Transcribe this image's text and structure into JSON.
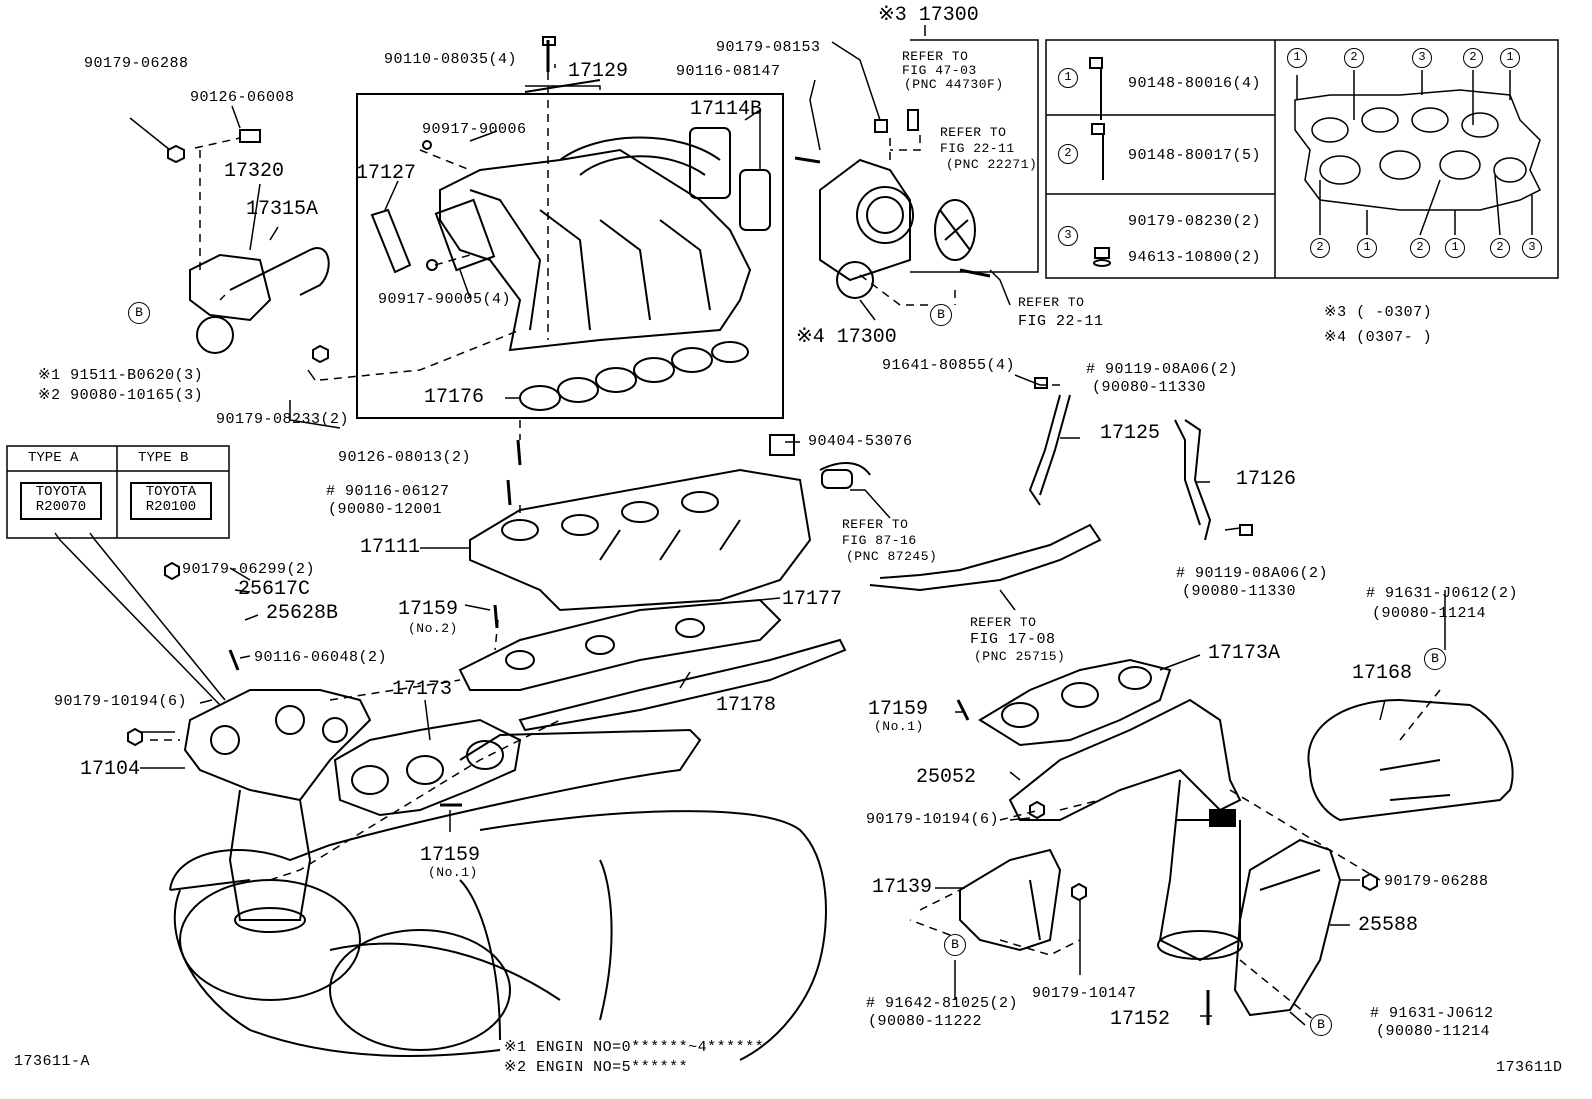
{
  "labels": {
    "p_90179_06288_tl": "90179-06288",
    "p_90126_06008": "90126-06008",
    "p_17320": "17320",
    "p_17315A": "17315A",
    "n1_91511": "※1 91511-B0620(3)",
    "n2_90080": "※2 90080-10165(3)",
    "p_90179_08233": "90179-08233(2)",
    "p_90110_08035": "90110-08035(4)",
    "p_17129": "17129",
    "p_90917_90006": "90917-90006",
    "p_17114B": "17114B",
    "p_17127": "17127",
    "p_90917_90005": "90917-90005(4)",
    "p_17176": "17176",
    "p_90179_08153": "90179-08153",
    "p_90116_08147": "90116-08147",
    "n3_17300": "※3 17300",
    "refer_47_03_a": "REFER TO",
    "refer_47_03_b": "FIG 47-03",
    "refer_47_03_c": "(PNC 44730F)",
    "refer_22_11a_a": "REFER TO",
    "refer_22_11a_b": "FIG 22-11",
    "refer_22_11a_c": "(PNC 22271)",
    "n4_17300": "※4 17300",
    "p_91641": "91641-80855(4)",
    "refer_22_11b_a": "REFER TO",
    "refer_22_11b_b": "FIG 22-11",
    "p_90126_08013": "90126-08013(2)",
    "p_90116_06127": "# 90116-06127",
    "p_90116_06127b": "(90080-12001",
    "p_90404": "90404-53076",
    "p_17111": "17111",
    "refer_87_16_a": "REFER TO",
    "refer_87_16_b": "FIG 87-16",
    "refer_87_16_c": "(PNC 87245)",
    "p_90119_a": "# 90119-08A06(2)",
    "p_90119_ab": "(90080-11330",
    "p_17125": "17125",
    "p_17126": "17126",
    "p_90119_b": "# 90119-08A06(2)",
    "p_90119_bb": "(90080-11330",
    "p_90179_06299": "90179-06299(2)",
    "p_25617C": "25617C",
    "p_25628B": "25628B",
    "p_90116_06048": "90116-06048(2)",
    "p_17159_no2": "17159",
    "p_17159_no2b": "(No.2)",
    "p_17177": "17177",
    "p_17178": "17178",
    "refer_17_08_a": "REFER TO",
    "refer_17_08_b": "FIG 17-08",
    "refer_17_08_c": "(PNC 25715)",
    "p_17173A": "17173A",
    "p_91631_a": "# 91631-J0612(2)",
    "p_91631_ab": "(90080-11214",
    "p_90179_10194_l": "90179-10194(6)",
    "p_17104": "17104",
    "p_17173": "17173",
    "p_17159_no1a": "17159",
    "p_17159_no1ab": "(No.1)",
    "p_17159_no1b": "17159",
    "p_17159_no1bb": "(No.1)",
    "p_17168": "17168",
    "p_25052": "25052",
    "p_90179_10194_r": "90179-10194(6)",
    "p_17139": "17139",
    "p_90179_06288_r": "90179-06288",
    "p_25588": "25588",
    "p_91642": "# 91642-81025(2)",
    "p_91642b": "(90080-11222",
    "p_90179_10147": "90179-10147",
    "p_17152": "17152",
    "p_91631_b": "# 91631-J0612",
    "p_91631_bb": "(90080-11214",
    "engin1": "※1 ENGIN NO=0******~4******",
    "engin2": "※2 ENGIN NO=5******",
    "corner_left": "173611-A",
    "corner_right": "173611D",
    "note3": "※3 (      -0307)",
    "note4": "※4 (0307-      )"
  },
  "type_box": {
    "type_a": "TYPE A",
    "type_b": "TYPE B",
    "stamp_a_1": "TOYOTA",
    "stamp_a_2": "R20070",
    "stamp_b_1": "TOYOTA",
    "stamp_b_2": "R20100"
  },
  "bolt_table": {
    "rows": [
      {
        "num": "1",
        "part": "90148-80016(4)"
      },
      {
        "num": "2",
        "part": "90148-80017(5)"
      },
      {
        "num": "3",
        "part_a": "90179-08230(2)",
        "part_b": "94613-10800(2)"
      }
    ]
  },
  "gasket_callouts": {
    "top": [
      "1",
      "2",
      "3",
      "2",
      "1"
    ],
    "bottom": [
      "2",
      "1",
      "2",
      "1",
      "2",
      "3"
    ]
  },
  "ref_b": "B"
}
